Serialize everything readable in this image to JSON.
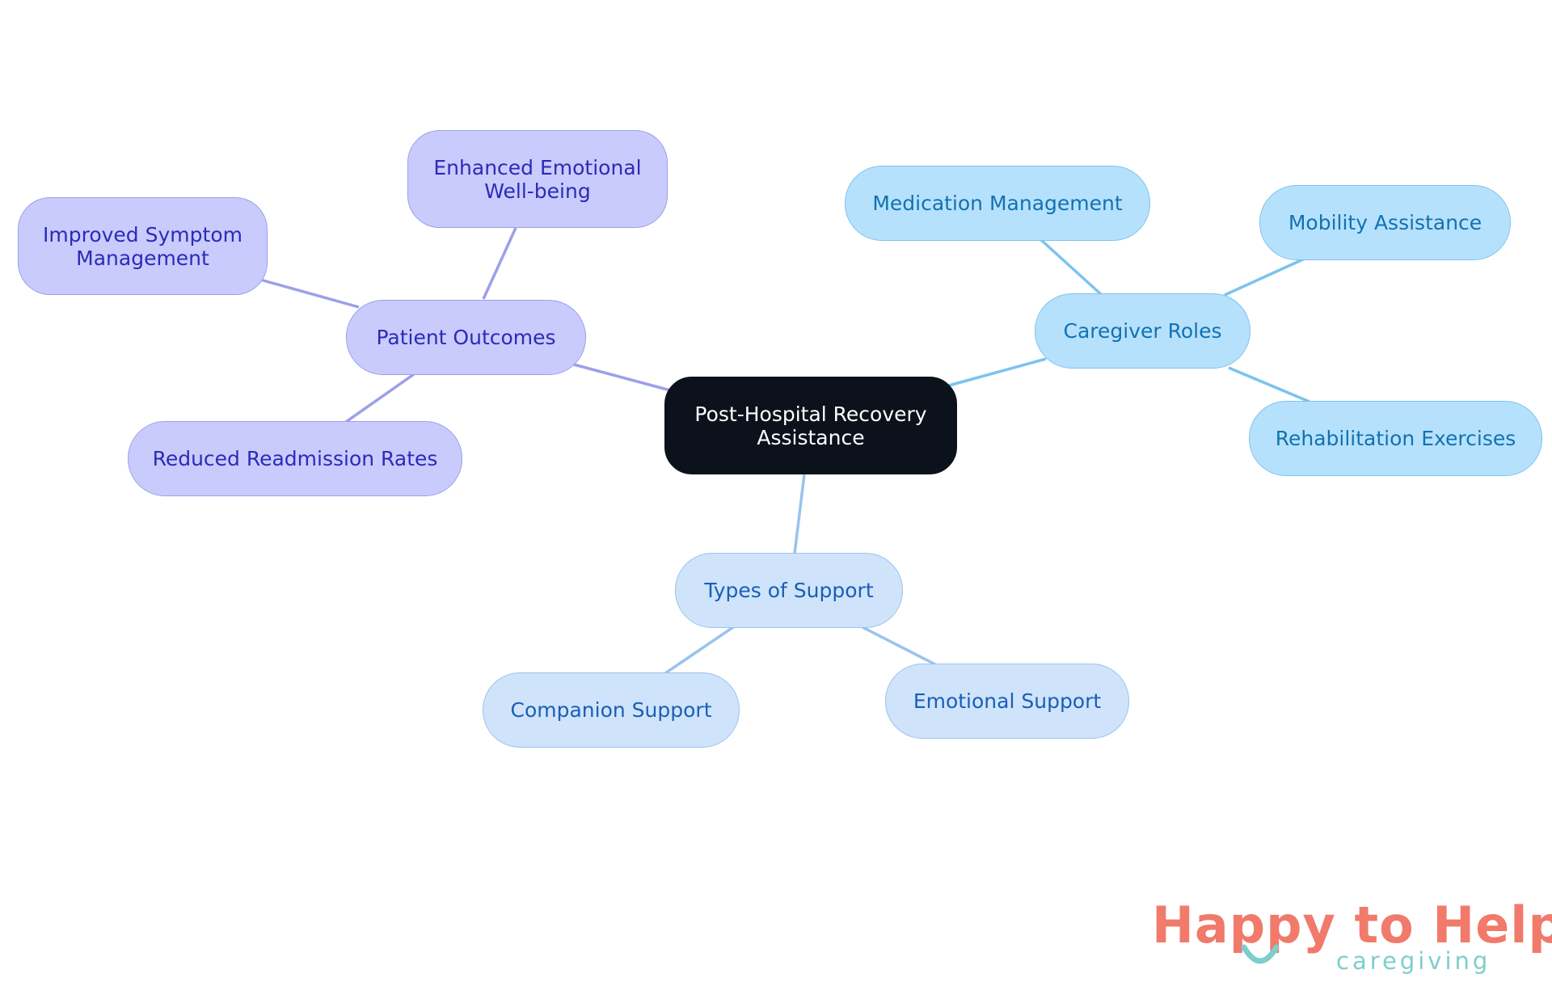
{
  "diagram": {
    "root": {
      "label": "Post-Hospital Recovery\nAssistance"
    },
    "branches": [
      {
        "id": "patient-outcomes",
        "label": "Patient Outcomes",
        "color": "#9c9fe9",
        "children": [
          {
            "label": "Enhanced Emotional\nWell-being"
          },
          {
            "label": "Improved Symptom\nManagement"
          },
          {
            "label": "Reduced Readmission Rates"
          }
        ]
      },
      {
        "id": "caregiver-roles",
        "label": "Caregiver Roles",
        "color": "#7cc3ee",
        "children": [
          {
            "label": "Medication Management"
          },
          {
            "label": "Mobility Assistance"
          },
          {
            "label": "Rehabilitation Exercises"
          }
        ]
      },
      {
        "id": "types-of-support",
        "label": "Types of Support",
        "color": "#9ac3ee",
        "children": [
          {
            "label": "Companion Support"
          },
          {
            "label": "Emotional Support"
          }
        ]
      }
    ]
  },
  "logo": {
    "name": "Happy to Help",
    "tagline": "caregiving",
    "colors": {
      "primary": "#f17a6b",
      "secondary": "#7fcdcd"
    }
  }
}
